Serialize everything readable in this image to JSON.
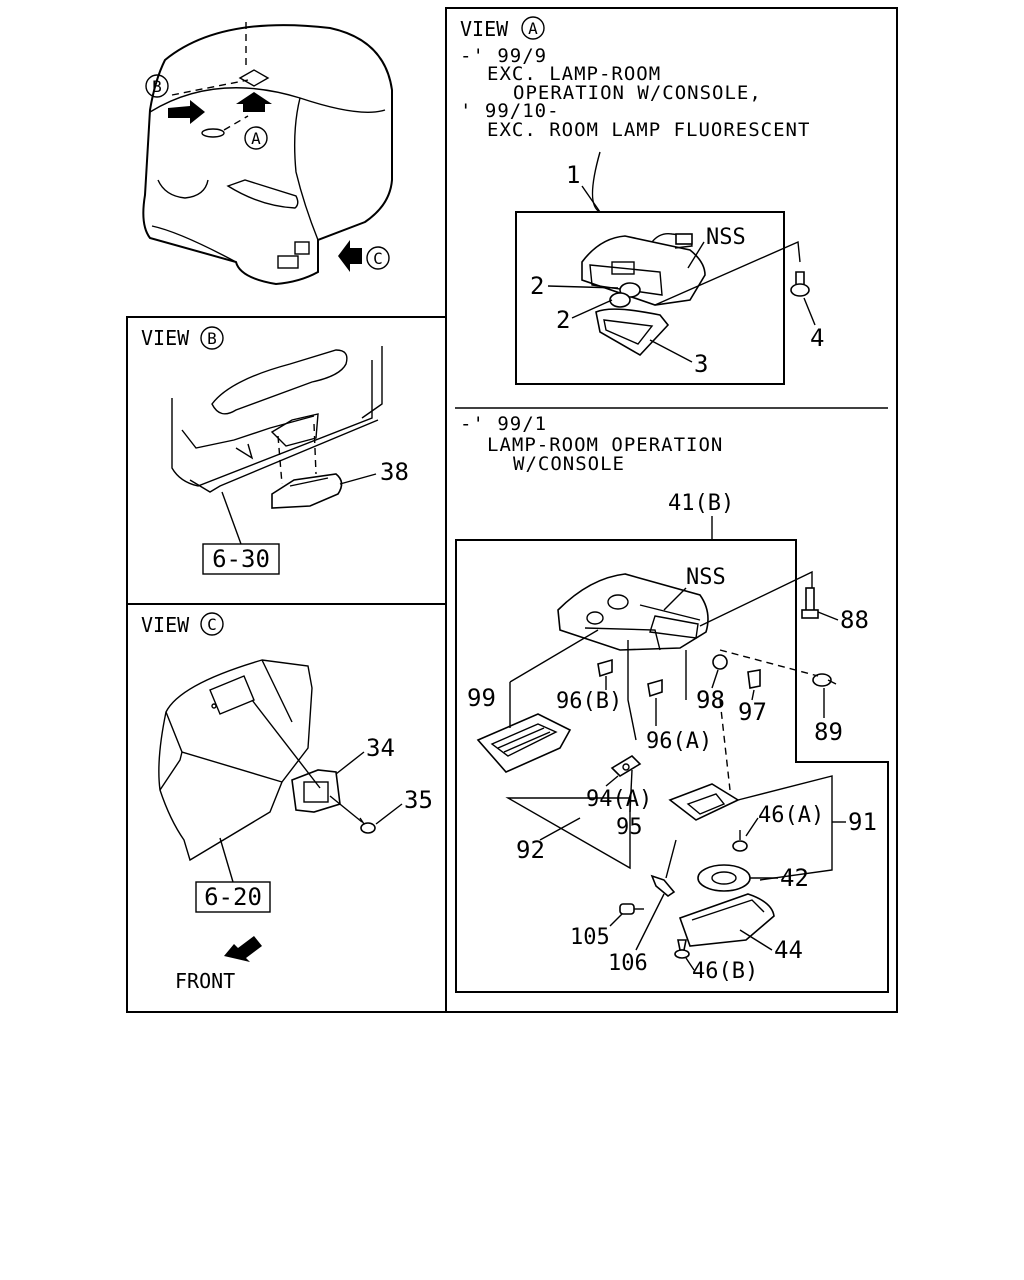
{
  "view_a": {
    "title": "VIEW",
    "title_mark": "A",
    "note_1": "-' 99/9",
    "note_2": "EXC. LAMP-ROOM",
    "note_3": "OPERATION W/CONSOLE,",
    "note_4": "' 99/10-",
    "note_5": "EXC. ROOM LAMP FLUORESCENT",
    "nss": "NSS",
    "labels": {
      "p1": "1",
      "p2a": "2",
      "p2b": "2",
      "p3": "3",
      "p4": "4"
    }
  },
  "view_a_lower": {
    "note_1": "-' 99/1",
    "note_2": "LAMP-ROOM OPERATION",
    "note_3": "W/CONSOLE",
    "nss": "NSS",
    "labels": {
      "p41b": "41(B)",
      "p88": "88",
      "p89": "89",
      "p97": "97",
      "p98": "98",
      "p99": "99",
      "p96b": "96(B)",
      "p96a": "96(A)",
      "p94a": "94(A)",
      "p95": "95",
      "p92": "92",
      "p46a": "46(A)",
      "p91": "91",
      "p42": "42",
      "p44": "44",
      "p46b": "46(B)",
      "p105": "105",
      "p106": "106"
    }
  },
  "overview": {
    "mark_a": "A",
    "mark_b": "B",
    "mark_c": "C"
  },
  "view_b": {
    "title": "VIEW",
    "title_mark": "B",
    "p38": "38",
    "ref": "6-30"
  },
  "view_c": {
    "title": "VIEW",
    "title_mark": "C",
    "p34": "34",
    "p35": "35",
    "ref": "6-20",
    "front": "FRONT"
  }
}
